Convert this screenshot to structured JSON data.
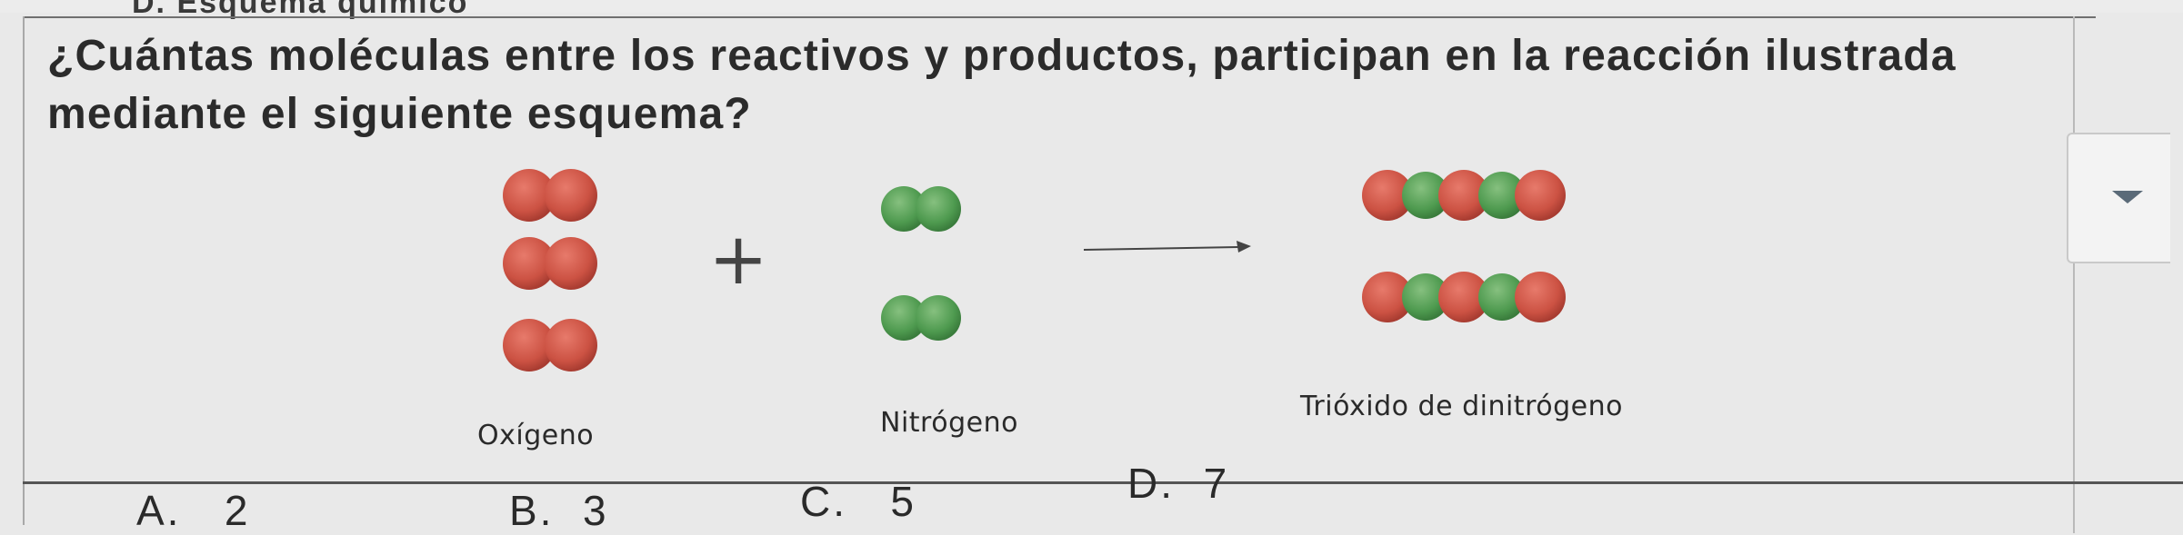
{
  "previous_option": "D. Esquema químico",
  "question": "¿Cuántas moléculas entre los reactivos y productos, participan en la reacción ilustrada mediante el siguiente esquema?",
  "scheme": {
    "plus": "+",
    "labels": {
      "oxygen": "Oxígeno",
      "nitrogen": "Nitrógeno",
      "product": "Trióxido de dinitrógeno"
    },
    "colors": {
      "oxygen": "#d0574a",
      "nitrogen": "#4f9a50",
      "arrow": "#444444"
    }
  },
  "options": [
    {
      "letter": "A.",
      "value": "2"
    },
    {
      "letter": "B.",
      "value": "3"
    },
    {
      "letter": "C.",
      "value": "5"
    },
    {
      "letter": "D.",
      "value": "7"
    }
  ],
  "dropdown_icon": "chevron-down-icon"
}
